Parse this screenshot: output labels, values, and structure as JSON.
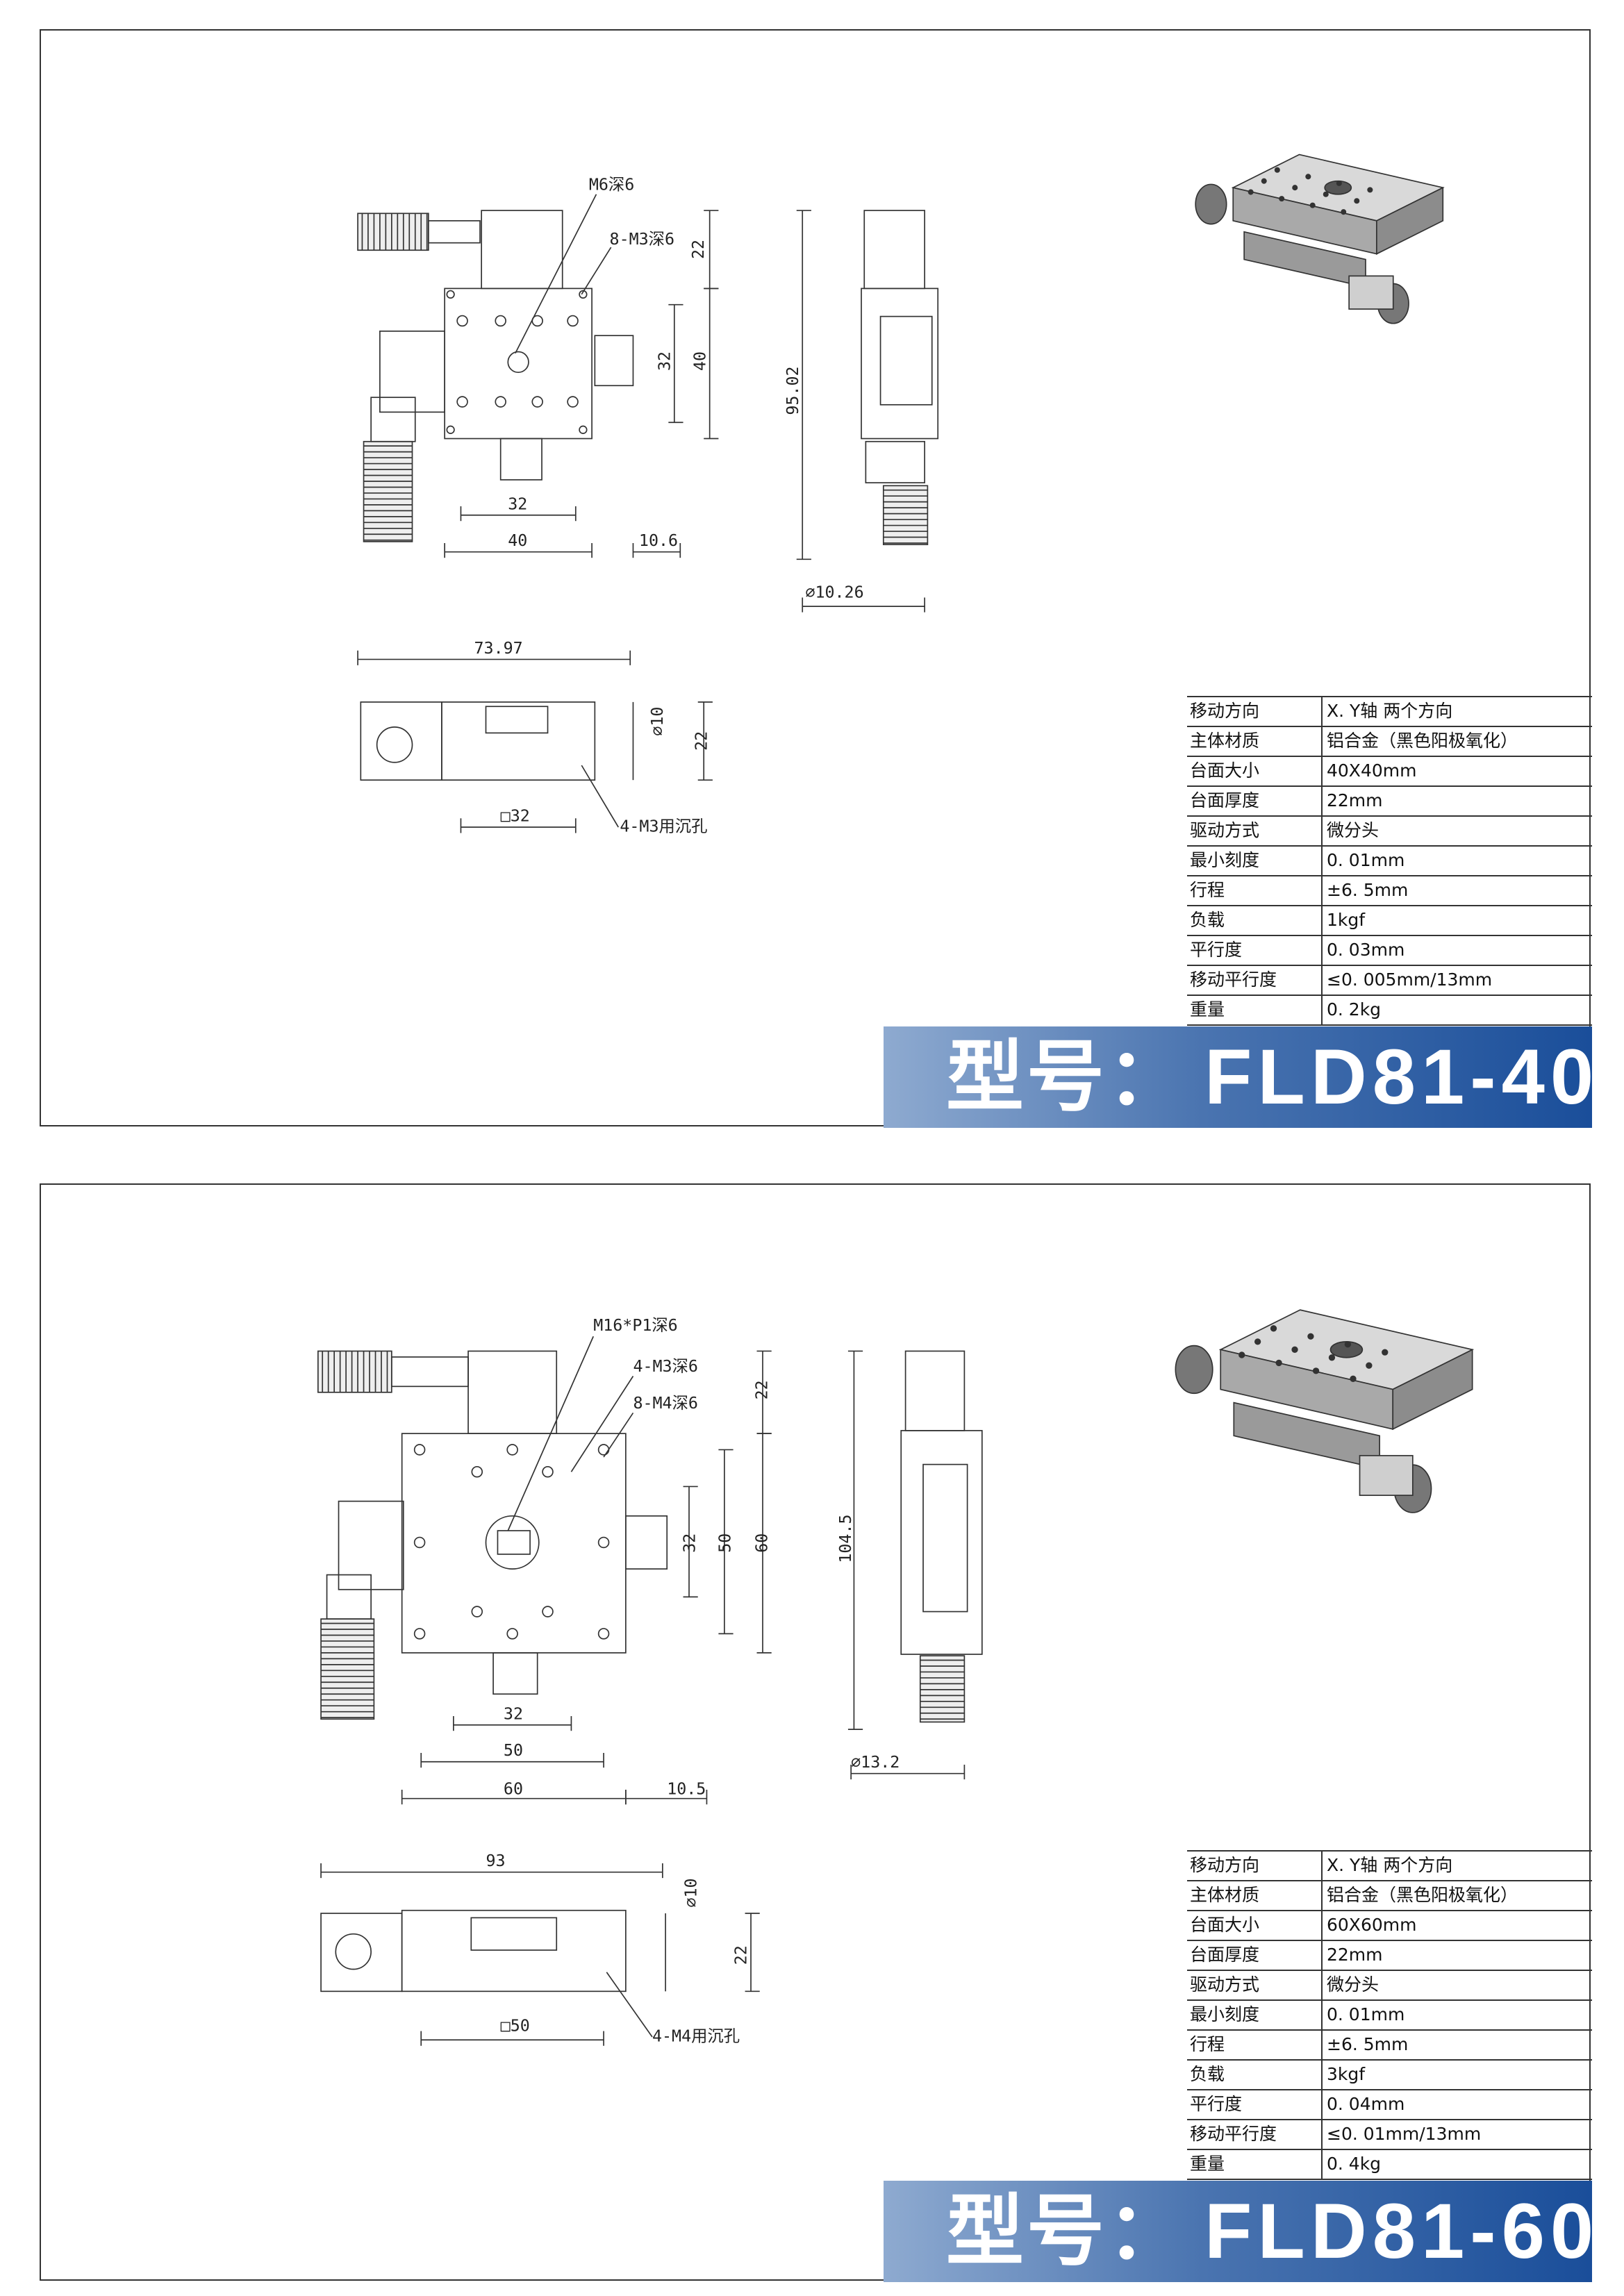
{
  "products": [
    {
      "labels": {
        "thread_center": "M6深6",
        "holes": "8-M3深6",
        "c_holes": "4-M3用沉孔"
      },
      "dims": {
        "top_22": "22",
        "top_32v": "32",
        "top_40v": "40",
        "top_32h": "32",
        "top_40h": "40",
        "top_offset": "10.6",
        "side_height": "95.02",
        "side_dia": "∅10.26",
        "front_width": "73.97",
        "front_dia": "∅10",
        "front_22": "22",
        "front_sq": "□32"
      },
      "specs": [
        {
          "k": "移动方向",
          "v": "X. Y轴  两个方向"
        },
        {
          "k": "主体材质",
          "v": "铝合金（黑色阳极氧化）"
        },
        {
          "k": "台面大小",
          "v": "40X40mm"
        },
        {
          "k": "台面厚度",
          "v": "22mm"
        },
        {
          "k": "驱动方式",
          "v": "微分头"
        },
        {
          "k": "最小刻度",
          "v": "0. 01mm"
        },
        {
          "k": "行程",
          "v": "±6. 5mm"
        },
        {
          "k": "负载",
          "v": "1kgf"
        },
        {
          "k": "平行度",
          "v": "0. 03mm"
        },
        {
          "k": "移动平行度",
          "v": "≤0. 005mm/13mm"
        },
        {
          "k": "重量",
          "v": "0. 2kg"
        }
      ],
      "banner_prefix": "型号：",
      "model": "FLD81-40"
    },
    {
      "labels": {
        "thread_center": "M16*P1深6",
        "holes_a": "4-M3深6",
        "holes": "8-M4深6",
        "c_holes": "4-M4用沉孔"
      },
      "dims": {
        "top_22": "22",
        "top_32v": "32",
        "top_50v": "50",
        "top_60v": "60",
        "top_32h": "32",
        "top_50h": "50",
        "top_60h": "60",
        "top_offset": "10.5",
        "side_height": "104.5",
        "side_dia": "∅13.2",
        "front_width": "93",
        "front_dia": "∅10",
        "front_22": "22",
        "front_sq": "□50"
      },
      "specs": [
        {
          "k": "移动方向",
          "v": " X. Y轴  两个方向"
        },
        {
          "k": "主体材质",
          "v": "铝合金（黑色阳极氧化）"
        },
        {
          "k": "台面大小",
          "v": "60X60mm"
        },
        {
          "k": "台面厚度",
          "v": "22mm"
        },
        {
          "k": "驱动方式",
          "v": "微分头"
        },
        {
          "k": "最小刻度",
          "v": "0. 01mm"
        },
        {
          "k": "行程",
          "v": "±6. 5mm"
        },
        {
          "k": "负载",
          "v": "3kgf"
        },
        {
          "k": "平行度",
          "v": "0. 04mm"
        },
        {
          "k": "移动平行度",
          "v": "≤0. 01mm/13mm"
        },
        {
          "k": "重量",
          "v": "0. 4kg"
        }
      ],
      "banner_prefix": "型号：",
      "model": "FLD81-60"
    }
  ],
  "colors": {
    "banner_left": "#8eaad0",
    "banner_right": "#1a4e9a",
    "line": "#333333"
  }
}
